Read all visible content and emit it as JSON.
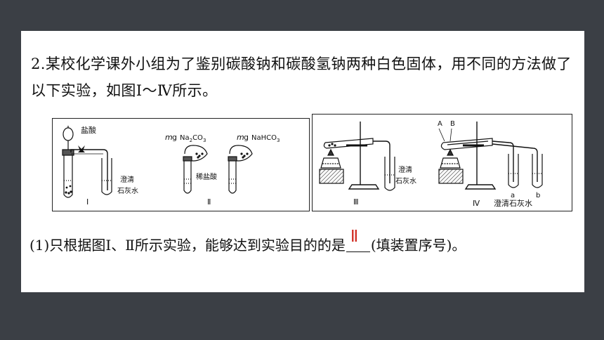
{
  "question": {
    "text": "2.某校化学课外小组为了鉴别碳酸钠和碳酸氢钠两种白色固体，用不同的方法做了以下实验，如图Ⅰ～Ⅳ所示。"
  },
  "figure1": {
    "acid_label": "盐酸",
    "water_label_1": "澄清",
    "water_label_2": "石灰水",
    "numeral_1": "Ⅰ",
    "numeral_2": "Ⅱ",
    "m": "m",
    "unit_g": "g",
    "na2co3_prefix": "Na",
    "na2co3_sub1": "2",
    "na2co3_mid": "CO",
    "na2co3_sub2": "3",
    "nahco3_prefix": "NaHCO",
    "nahco3_sub": "3",
    "dilute_acid_label": "稀盐酸"
  },
  "figure2": {
    "water_label_1": "澄清",
    "water_label_2": "石灰水",
    "numeral_3": "Ⅲ",
    "label_A": "A",
    "label_B": "B",
    "label_a": "a",
    "label_b": "b",
    "numeral_4": "Ⅳ",
    "water_label_4": "澄清石灰水"
  },
  "sub_question": {
    "prefix": "(1)只根据图Ⅰ、Ⅱ所示实验，能够达到实验目的的是",
    "answer": "Ⅱ",
    "suffix": "(填装置序号)。"
  },
  "colors": {
    "background": "#3b3f45",
    "card": "#ffffff",
    "answer": "#d0281e"
  }
}
